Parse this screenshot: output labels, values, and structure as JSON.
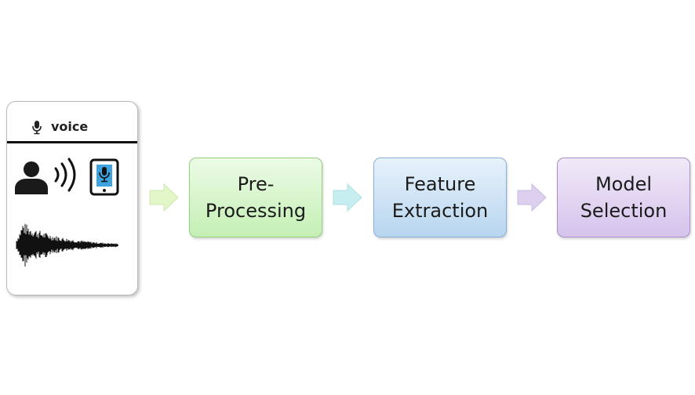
{
  "input_card": {
    "label": "voice",
    "icons": [
      "microphone-icon",
      "person-icon",
      "sound-waves-icon",
      "phone-microphone-icon",
      "audio-waveform"
    ]
  },
  "steps": [
    {
      "lines": [
        "Pre-",
        "Processing"
      ],
      "fill": "#d6f4ca",
      "border": "#95cf82"
    },
    {
      "lines": [
        "Feature",
        "Extraction"
      ],
      "fill": "#cfe2f5",
      "border": "#88b0d6"
    },
    {
      "lines": [
        "Model",
        "Selection"
      ],
      "fill": "#e2d6f2",
      "border": "#a98fcc"
    }
  ],
  "arrows": [
    {
      "color": "#e3f6c8"
    },
    {
      "color": "#c6eef0"
    },
    {
      "color": "#ddd0ef"
    }
  ]
}
